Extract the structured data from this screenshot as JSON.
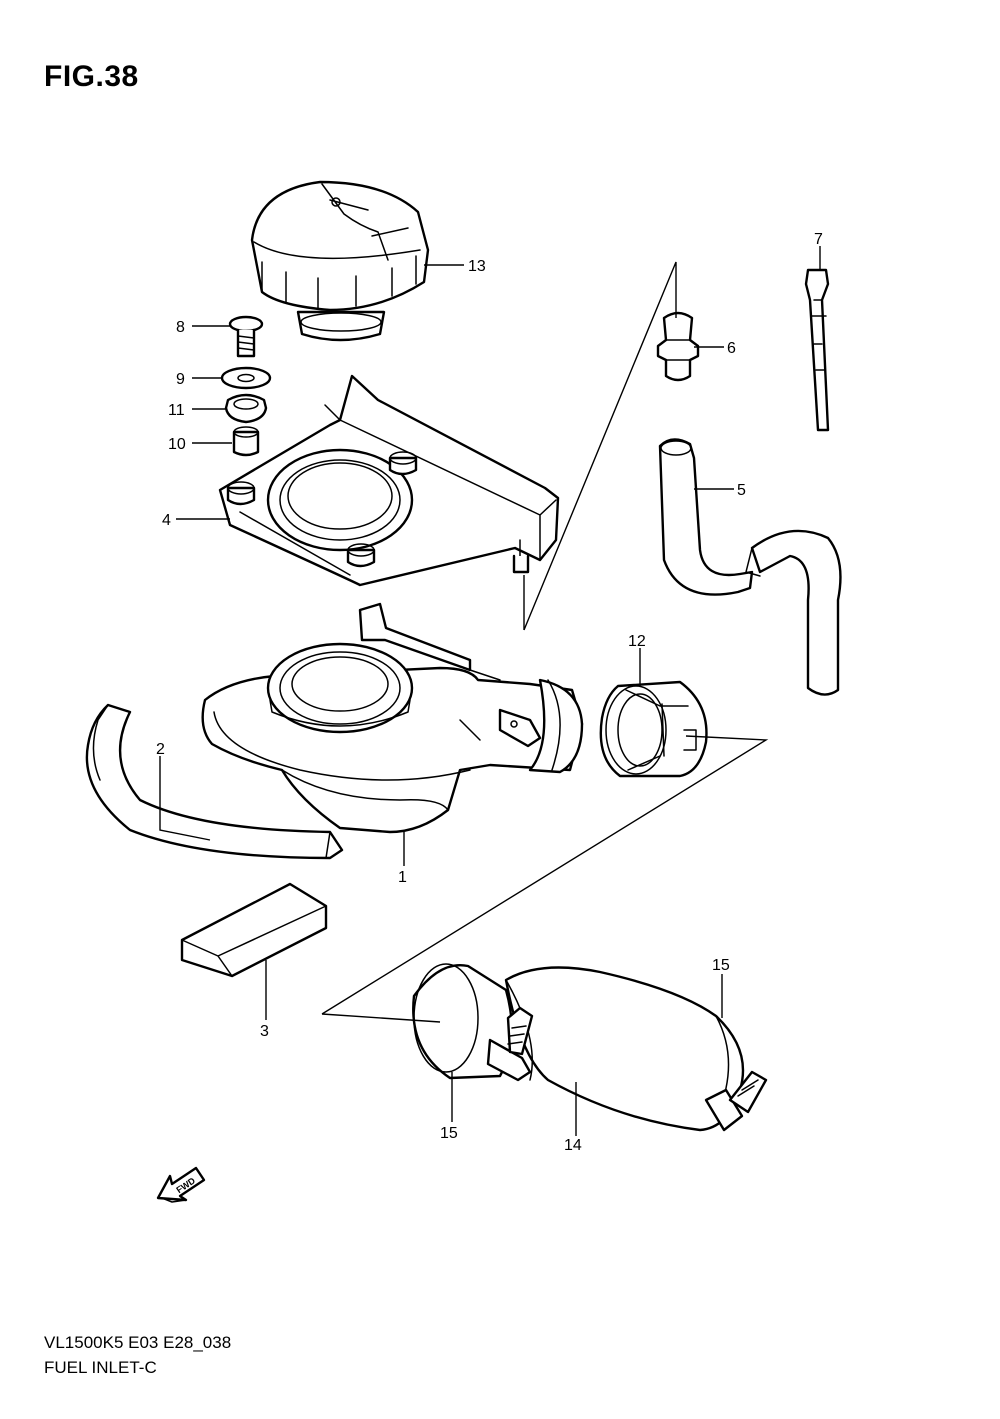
{
  "figure": {
    "title": "FIG.38",
    "model_code": "VL1500K5 E03 E28_038",
    "section_name": "FUEL INLET-C"
  },
  "direction_marker": {
    "label": "FWD",
    "icon": "fwd-arrow-icon"
  },
  "callouts": [
    {
      "id": "c1",
      "label": "1"
    },
    {
      "id": "c2",
      "label": "2"
    },
    {
      "id": "c3",
      "label": "3"
    },
    {
      "id": "c4",
      "label": "4"
    },
    {
      "id": "c5",
      "label": "5"
    },
    {
      "id": "c6",
      "label": "6"
    },
    {
      "id": "c7",
      "label": "7"
    },
    {
      "id": "c8",
      "label": "8"
    },
    {
      "id": "c9",
      "label": "9"
    },
    {
      "id": "c10",
      "label": "10"
    },
    {
      "id": "c11",
      "label": "11"
    },
    {
      "id": "c12",
      "label": "12"
    },
    {
      "id": "c13",
      "label": "13"
    },
    {
      "id": "c14",
      "label": "14"
    },
    {
      "id": "c15a",
      "label": "15"
    },
    {
      "id": "c15b",
      "label": "15"
    }
  ]
}
